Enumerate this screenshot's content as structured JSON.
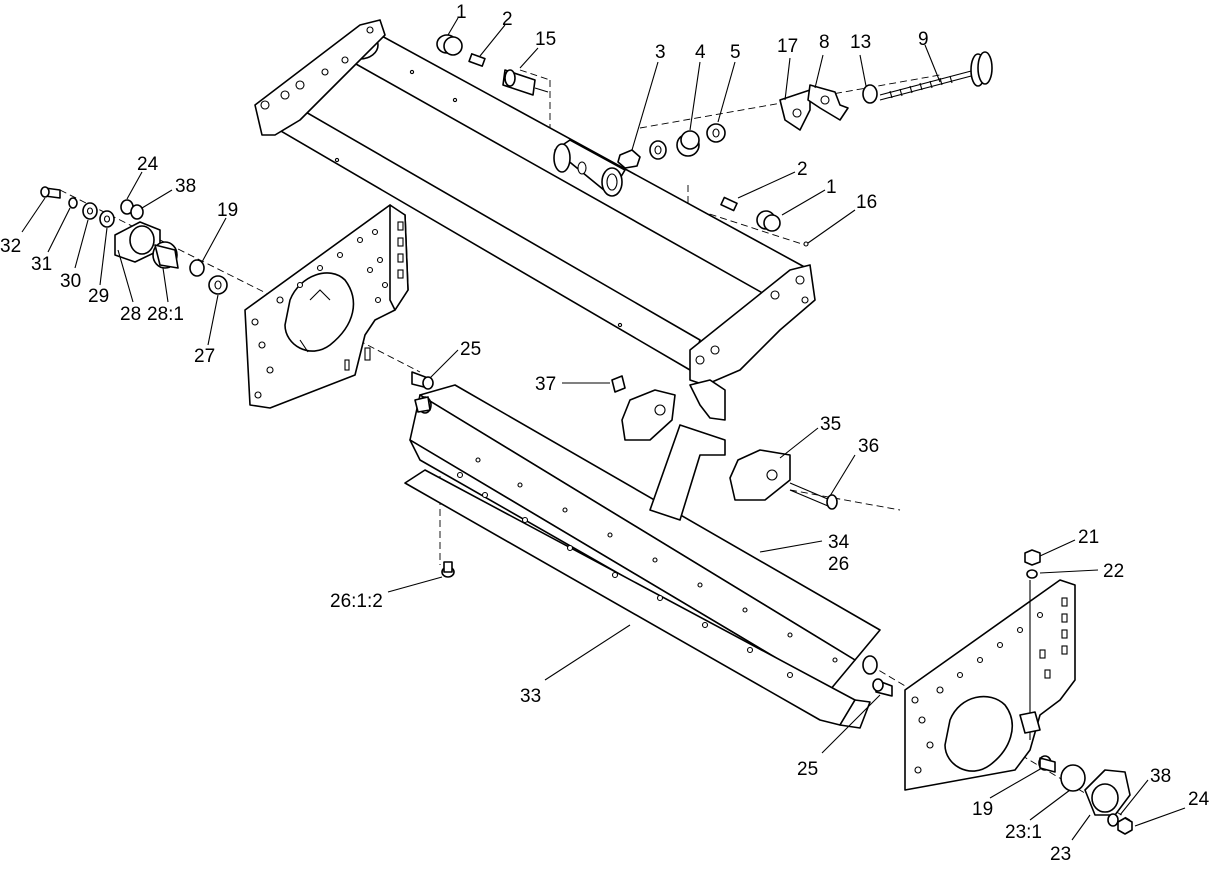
{
  "callouts": [
    {
      "id": "c1",
      "text": "1"
    },
    {
      "id": "c2",
      "text": "2"
    },
    {
      "id": "c15",
      "text": "15"
    },
    {
      "id": "c3",
      "text": "3"
    },
    {
      "id": "c4",
      "text": "4"
    },
    {
      "id": "c5",
      "text": "5"
    },
    {
      "id": "c17",
      "text": "17"
    },
    {
      "id": "c8",
      "text": "8"
    },
    {
      "id": "c13",
      "text": "13"
    },
    {
      "id": "c9",
      "text": "9"
    },
    {
      "id": "c2b",
      "text": "2"
    },
    {
      "id": "c1b",
      "text": "1"
    },
    {
      "id": "c16",
      "text": "16"
    },
    {
      "id": "c24",
      "text": "24"
    },
    {
      "id": "c38",
      "text": "38"
    },
    {
      "id": "c19",
      "text": "19"
    },
    {
      "id": "c32",
      "text": "32"
    },
    {
      "id": "c31",
      "text": "31"
    },
    {
      "id": "c30",
      "text": "30"
    },
    {
      "id": "c29",
      "text": "29"
    },
    {
      "id": "c28",
      "text": "28"
    },
    {
      "id": "c28_1",
      "text": "28:1"
    },
    {
      "id": "c27",
      "text": "27"
    },
    {
      "id": "c25",
      "text": "25"
    },
    {
      "id": "c37",
      "text": "37"
    },
    {
      "id": "c35",
      "text": "35"
    },
    {
      "id": "c36",
      "text": "36"
    },
    {
      "id": "c34",
      "text": "34"
    },
    {
      "id": "c26",
      "text": "26"
    },
    {
      "id": "c21",
      "text": "21"
    },
    {
      "id": "c22",
      "text": "22"
    },
    {
      "id": "c26_1_2",
      "text": "26:1:2"
    },
    {
      "id": "c33",
      "text": "33"
    },
    {
      "id": "c25b",
      "text": "25"
    },
    {
      "id": "c38b",
      "text": "38"
    },
    {
      "id": "c24b",
      "text": "24"
    },
    {
      "id": "c19b",
      "text": "19"
    },
    {
      "id": "c23_1",
      "text": "23:1"
    },
    {
      "id": "c23",
      "text": "23"
    }
  ]
}
